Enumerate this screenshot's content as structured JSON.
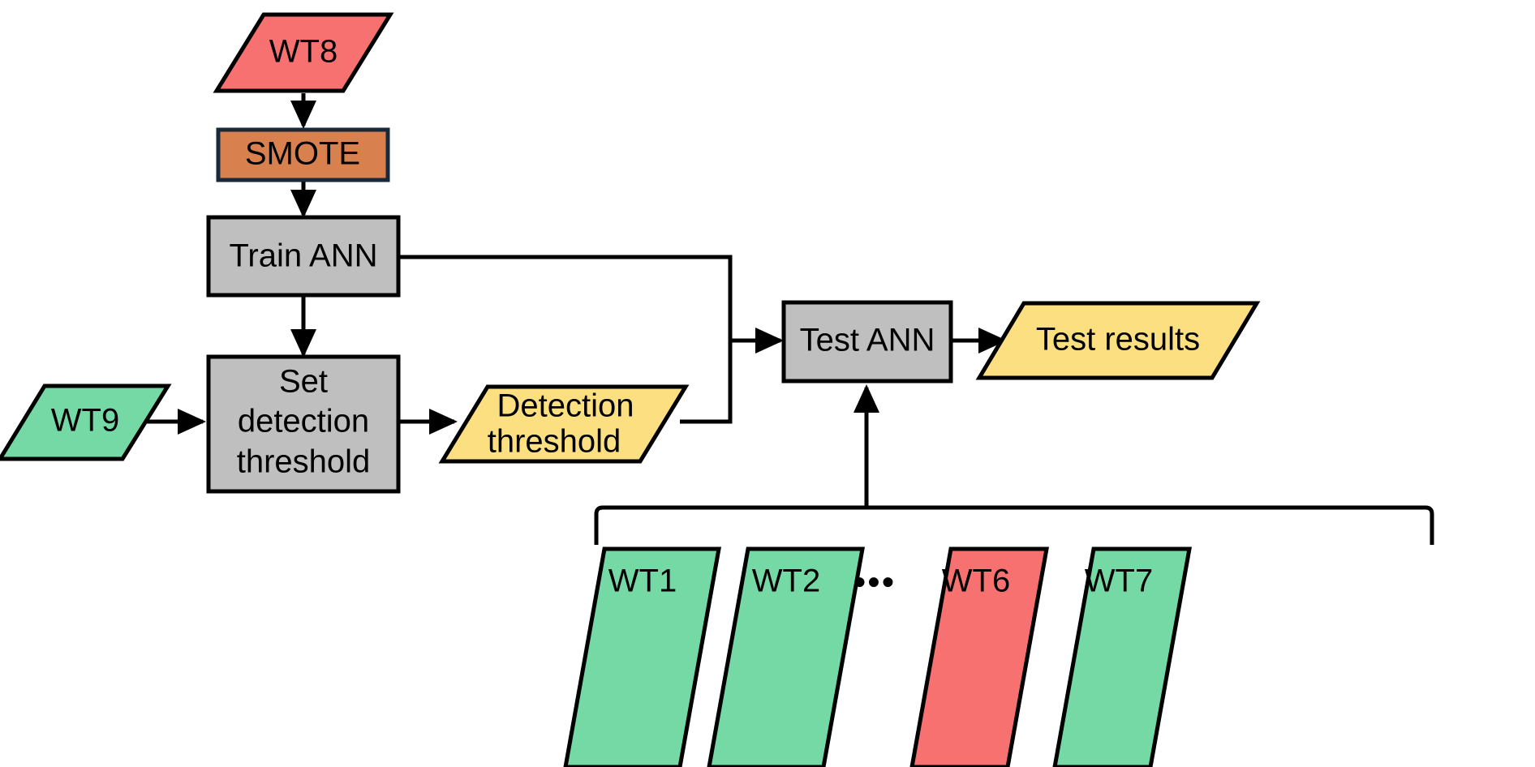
{
  "diagram": {
    "title": "ANN wind turbine fault detection pipeline flowchart",
    "colors": {
      "red": "#F87171",
      "green": "#74D9A4",
      "yellow": "#FCDF80",
      "grey": "#BFBFBF",
      "orange": "#D9814E",
      "stroke": "#000000",
      "smote_stroke": "#17293A",
      "background": "#FFFFFF"
    },
    "nodes": {
      "wt8": {
        "label": "WT8",
        "shape": "parallelogram",
        "color": "#F87171"
      },
      "smote": {
        "label": "SMOTE",
        "shape": "rectangle",
        "color": "#D9814E"
      },
      "train_ann": {
        "label": "Train ANN",
        "shape": "rectangle",
        "color": "#BFBFBF"
      },
      "wt9": {
        "label": "WT9",
        "shape": "parallelogram",
        "color": "#74D9A4"
      },
      "set_threshold": {
        "label_line1": "Set",
        "label_line2": "detection",
        "label_line3": "threshold",
        "shape": "rectangle",
        "color": "#BFBFBF"
      },
      "detection_threshold": {
        "label_line1": "Detection",
        "label_line2": "threshold",
        "shape": "parallelogram",
        "color": "#FCDF80"
      },
      "test_ann": {
        "label": "Test ANN",
        "shape": "rectangle",
        "color": "#BFBFBF"
      },
      "test_results": {
        "label": "Test results",
        "shape": "parallelogram",
        "color": "#FCDF80"
      },
      "wt1": {
        "label": "WT1",
        "shape": "parallelogram",
        "color": "#74D9A4"
      },
      "wt2": {
        "label": "WT2",
        "shape": "parallelogram",
        "color": "#74D9A4"
      },
      "ellipsis": {
        "label": "•••"
      },
      "wt6": {
        "label": "WT6",
        "shape": "parallelogram",
        "color": "#F87171"
      },
      "wt7": {
        "label": "WT7",
        "shape": "parallelogram",
        "color": "#74D9A4"
      }
    },
    "edges": [
      {
        "from": "wt8",
        "to": "smote",
        "arrow": true
      },
      {
        "from": "smote",
        "to": "train_ann",
        "arrow": true
      },
      {
        "from": "train_ann",
        "to": "set_threshold",
        "arrow": true
      },
      {
        "from": "train_ann",
        "to": "test_ann",
        "arrow": true
      },
      {
        "from": "wt9",
        "to": "set_threshold",
        "arrow": true
      },
      {
        "from": "set_threshold",
        "to": "detection_threshold",
        "arrow": true
      },
      {
        "from": "detection_threshold",
        "to": "test_ann",
        "arrow": false
      },
      {
        "from": "test_ann",
        "to": "test_results",
        "arrow": true
      },
      {
        "from": "test_set_bracket",
        "to": "test_ann",
        "arrow": true
      }
    ]
  }
}
